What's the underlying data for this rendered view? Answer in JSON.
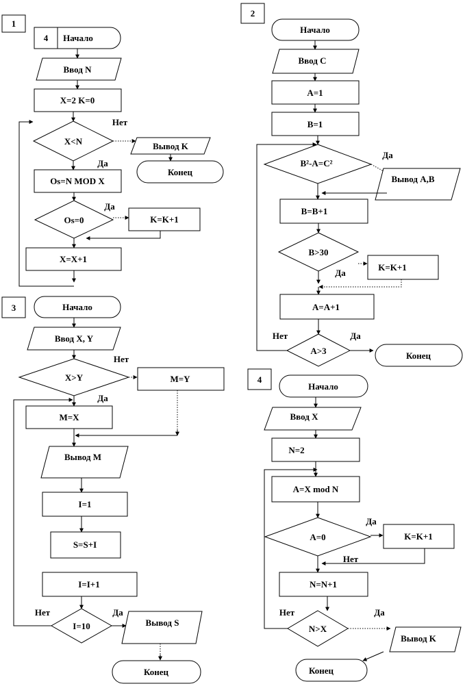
{
  "diagrams": [
    {
      "number": "1",
      "labels": {
        "start_badge": "4",
        "start": "Начало",
        "input": "Ввод N",
        "init": "X=2  K=0",
        "cond_main": "X<N",
        "no": "Нет",
        "output": "Вывод K",
        "end": "Конец",
        "yes_main": "Да",
        "remainder": "Os=N MOD X",
        "cond_zero": "Os=0",
        "yes_zero": "Да",
        "count": "K=K+1",
        "increment": "X=X+1"
      }
    },
    {
      "number": "2",
      "labels": {
        "start": "Начало",
        "input": "Ввод C",
        "init_a": "A=1",
        "init_b": "B=1",
        "cond_main": "B²-A=C²",
        "yes_main": "Да",
        "output": "Вывод A,B",
        "increment_b": "B=B+1",
        "cond_b": "B>30",
        "yes_b": "Да",
        "count": "K=K+1",
        "increment_a": "A=A+1",
        "cond_a": "A>3",
        "no_a": "Нет",
        "yes_a": "Да",
        "end": "Конец"
      }
    },
    {
      "number": "3",
      "labels": {
        "start": "Начало",
        "input": "Ввод X, Y",
        "cond_max": "X>Y",
        "no_max": "Нет",
        "yes_max": "Да",
        "assign_y": "M=Y",
        "assign_x": "M=X",
        "output_m": "Вывод M",
        "init_i": "I=1",
        "sum": "S=S+I",
        "increment_i": "I=I+1",
        "cond_i": "I=10",
        "no_i": "Нет",
        "yes_i": "Да",
        "output_s": "Вывод S",
        "end": "Конец"
      }
    },
    {
      "number": "4",
      "labels": {
        "start": "Начало",
        "input": "Ввод X",
        "init_n": "N=2",
        "remainder": "A=X mod N",
        "cond_zero": "A=0",
        "yes_zero": "Да",
        "count": "K=K+1",
        "no_zero": "Нет",
        "increment_n": "N=N+1",
        "cond_n": "N>X",
        "no_n": "Нет",
        "yes_n": "Да",
        "output": "Вывод K",
        "end": "Конец"
      }
    }
  ]
}
